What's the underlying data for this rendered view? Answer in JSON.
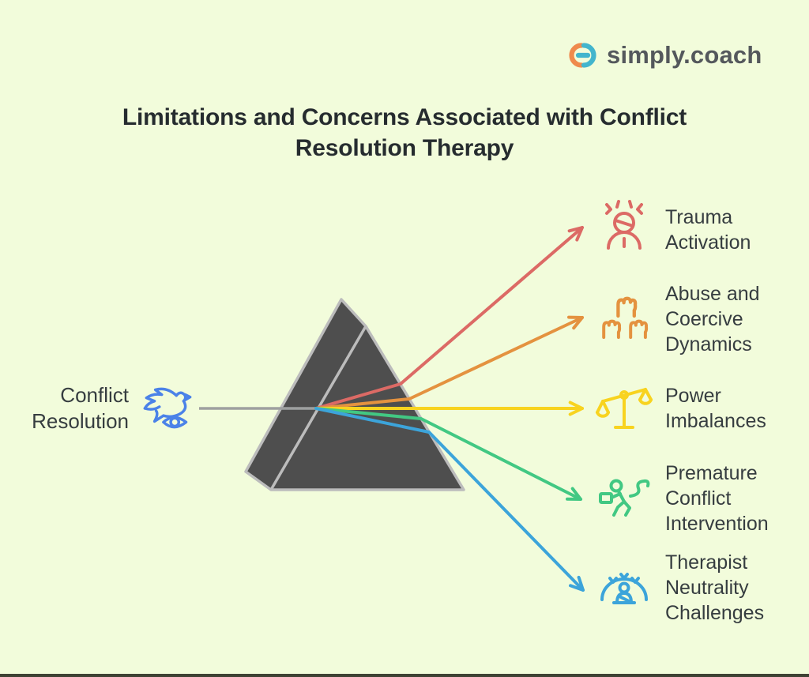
{
  "logo": {
    "text": "simply.coach",
    "mark_orange": "#ef8a4d",
    "mark_teal": "#43b5cd"
  },
  "title": {
    "line1": "Limitations and Concerns Associated with Conflict",
    "line2": "Resolution Therapy"
  },
  "source": {
    "lines": [
      "Conflict",
      "Resolution"
    ],
    "icon": "dove-eye-icon",
    "color": "#4b82e8"
  },
  "prism": {
    "fill": "#4e4e4e",
    "outline": "#bcbcbc",
    "input_line_color": "#9ea0a0"
  },
  "concerns": [
    {
      "lines": [
        "Trauma",
        "Activation"
      ],
      "color": "#dc6a65",
      "icon": "stressed-person-icon"
    },
    {
      "lines": [
        "Abuse and",
        "Coercive",
        "Dynamics"
      ],
      "color": "#e4923f",
      "icon": "raised-fists-icon"
    },
    {
      "lines": [
        "Power",
        "Imbalances"
      ],
      "color": "#f8d31f",
      "icon": "unbalanced-scales-icon"
    },
    {
      "lines": [
        "Premature",
        "Conflict",
        "Intervention"
      ],
      "color": "#42c883",
      "icon": "running-person-icon"
    },
    {
      "lines": [
        "Therapist",
        "Neutrality",
        "Challenges"
      ],
      "color": "#3ca4da",
      "icon": "pressured-person-icon"
    }
  ],
  "colors": {
    "background": "#f2fcdb",
    "bottom_bar": "#3e4233",
    "title_text": "#262c2f",
    "label_text": "#363d40"
  }
}
